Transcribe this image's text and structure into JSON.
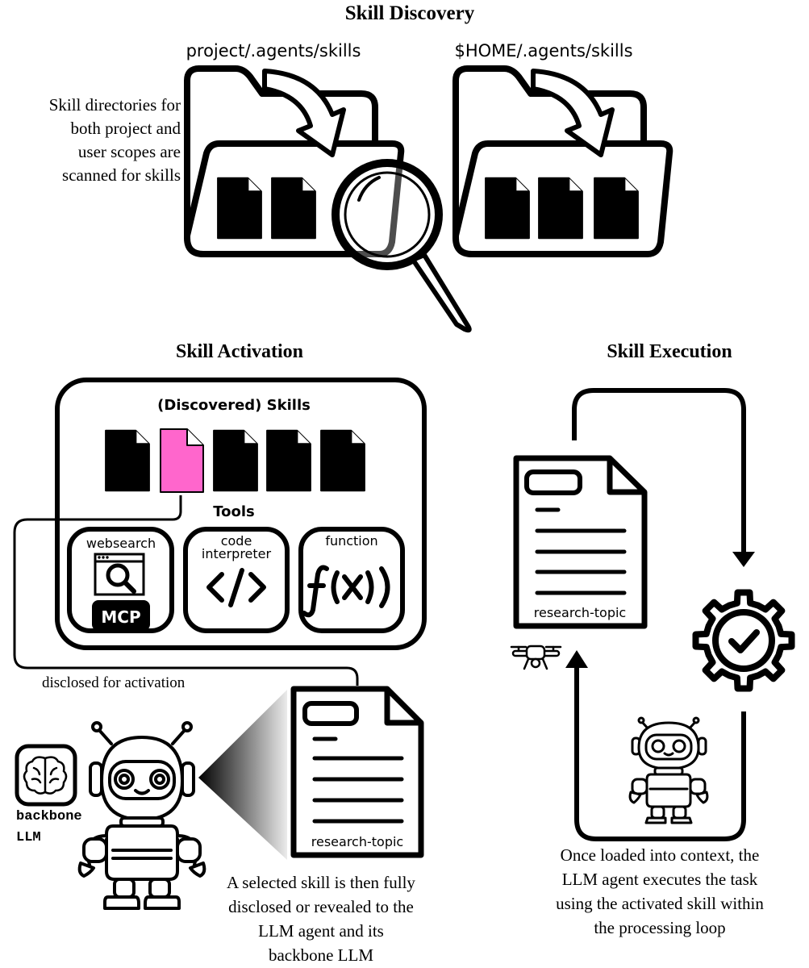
{
  "discovery": {
    "title": "Skill Discovery",
    "project_path": "project/.agents/skills",
    "home_path": "$HOME/.agents/skills",
    "description": [
      "Skill directories for",
      "both project and",
      "user scopes are",
      "scanned for skills"
    ]
  },
  "activation": {
    "title": "Skill Activation",
    "skills_heading": "(Discovered) Skills",
    "tools_heading": "Tools",
    "tools": {
      "websearch": "websearch",
      "mcp": "MCP",
      "code_line1": "code",
      "code_line2": "interpreter",
      "function": "function"
    },
    "disclosed_label": "disclosed for activation",
    "document_label": "research-topic",
    "backbone_line1": "backbone",
    "backbone_line2": "LLM",
    "description": [
      "A selected skill is then fully",
      "disclosed or revealed to the",
      "LLM agent and its",
      "backbone LLM"
    ]
  },
  "execution": {
    "title": "Skill Execution",
    "document_label": "research-topic",
    "description": [
      "Once loaded into context, the",
      "LLM agent executes the task",
      "using the activated skill within",
      "the processing loop"
    ]
  },
  "colors": {
    "selected_skill": "#ff66cc"
  }
}
